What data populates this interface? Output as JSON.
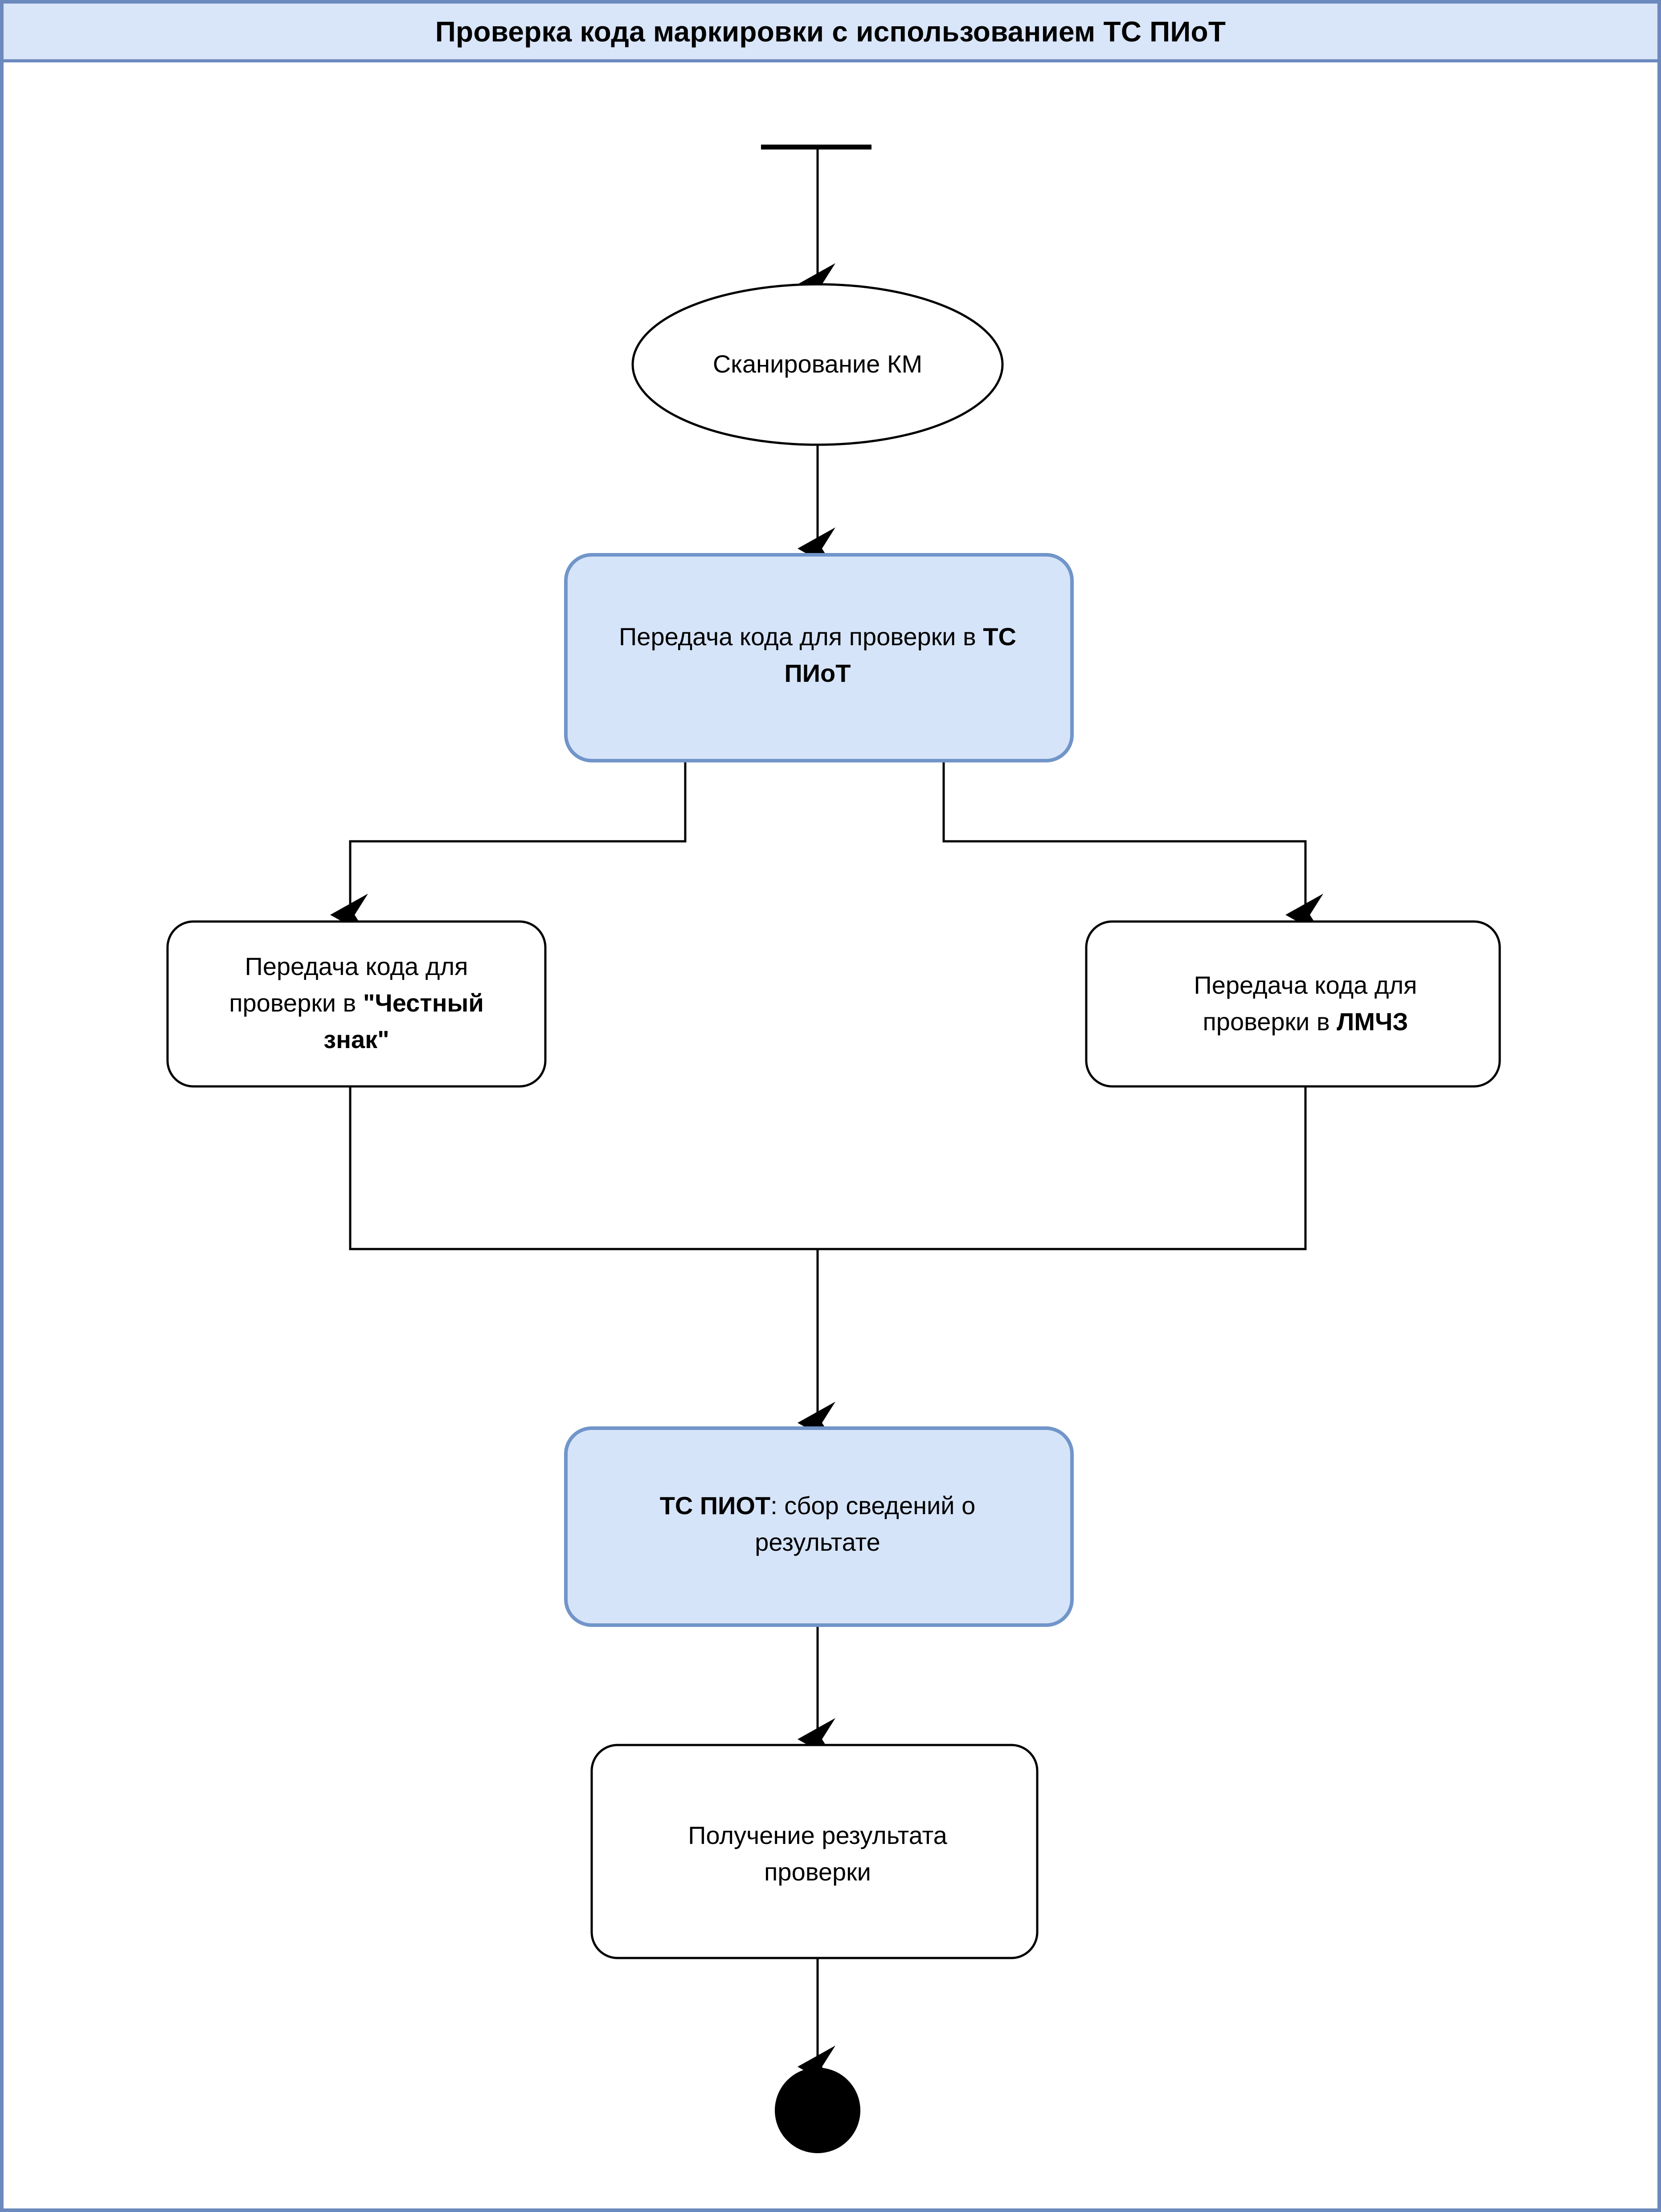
{
  "window": {
    "title": "Проверка кода маркировки с использованием ТС ПИоТ"
  },
  "colors": {
    "frame_border": "#6b89bd",
    "title_bar_fill": "#d9e5f8",
    "process_fill": "#d6e4f9",
    "process_stroke": "#7195c9",
    "node_stroke": "#000000",
    "edge_stroke": "#000000",
    "end_node_fill": "#000000"
  },
  "diagram": {
    "type": "activity-flowchart",
    "orientation": "top-to-bottom",
    "nodes": [
      {
        "id": "start-bar",
        "shape": "start-bar",
        "label": ""
      },
      {
        "id": "scan-km",
        "shape": "ellipse",
        "label": "Сканирование КМ"
      },
      {
        "id": "send-tc-piot",
        "shape": "rounded-rect-filled",
        "line1_plain": "Передача кода для проверки в ",
        "line1_bold": "ТС",
        "line2_bold": "ПИоТ"
      },
      {
        "id": "send-honest-sign",
        "shape": "rounded-rect",
        "line1_plain": "Передача кода для",
        "line2_plain": "проверки в ",
        "line2_bold": "\"Честный",
        "line3_bold": "знак\""
      },
      {
        "id": "send-lmchz",
        "shape": "rounded-rect",
        "line1_plain": "Передача кода для",
        "line2_plain": "проверки в ",
        "line2_bold": "ЛМЧЗ"
      },
      {
        "id": "collect-result",
        "shape": "rounded-rect-filled",
        "line1_bold": "ТС ПИОТ",
        "line1_plain": ": сбор сведений о",
        "line2_plain": "результате"
      },
      {
        "id": "get-result",
        "shape": "rounded-rect",
        "line1_plain": "Получение результата",
        "line2_plain": "проверки"
      },
      {
        "id": "end-node",
        "shape": "filled-circle",
        "label": ""
      }
    ],
    "edges": [
      {
        "from": "start-bar",
        "to": "scan-km",
        "label": ""
      },
      {
        "from": "scan-km",
        "to": "send-tc-piot",
        "label": ""
      },
      {
        "from": "send-tc-piot",
        "to": "send-honest-sign",
        "label": ""
      },
      {
        "from": "send-tc-piot",
        "to": "send-lmchz",
        "label": ""
      },
      {
        "from": "send-honest-sign",
        "to": "collect-result",
        "label": ""
      },
      {
        "from": "send-lmchz",
        "to": "collect-result",
        "label": ""
      },
      {
        "from": "collect-result",
        "to": "get-result",
        "label": ""
      },
      {
        "from": "get-result",
        "to": "end-node",
        "label": ""
      }
    ]
  }
}
